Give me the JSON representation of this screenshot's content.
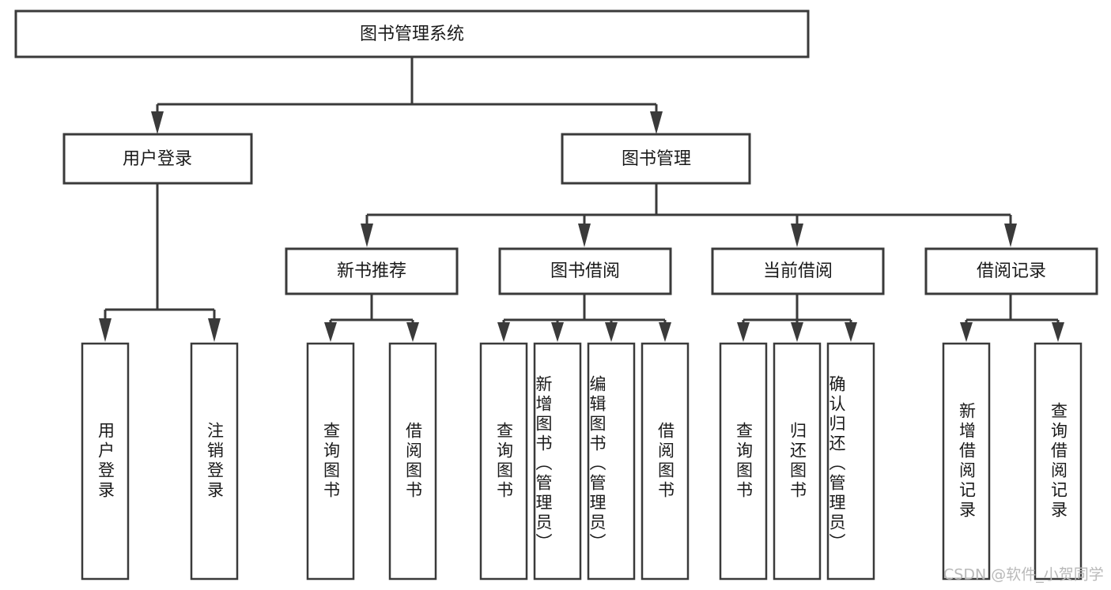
{
  "diagram": {
    "type": "hierarchy-tree",
    "title": "图书管理系统",
    "watermark": "CSDN @软件_小贺同学",
    "colors": {
      "box_stroke": "#3a3a3a",
      "box_fill": "#ffffff",
      "text": "#1a1a1a",
      "watermark": "#b9b9b9",
      "background": "#ffffff"
    },
    "levels": {
      "root": {
        "id": "root",
        "label": "图书管理系统",
        "orientation": "horizontal"
      },
      "level2": [
        {
          "id": "user-login",
          "label": "用户登录",
          "orientation": "horizontal"
        },
        {
          "id": "book-management",
          "label": "图书管理",
          "orientation": "horizontal"
        }
      ],
      "level3": [
        {
          "id": "new-book-recommend",
          "label": "新书推荐",
          "orientation": "horizontal",
          "parent": "book-management"
        },
        {
          "id": "book-borrow",
          "label": "图书借阅",
          "orientation": "horizontal",
          "parent": "book-management"
        },
        {
          "id": "current-borrow",
          "label": "当前借阅",
          "orientation": "horizontal",
          "parent": "book-management"
        },
        {
          "id": "borrow-record",
          "label": "借阅记录",
          "orientation": "horizontal",
          "parent": "book-management"
        }
      ],
      "leaves": [
        {
          "id": "leaf-user-login",
          "label": "用户登录",
          "orientation": "vertical",
          "parent": "user-login"
        },
        {
          "id": "leaf-user-logout",
          "label": "注销登录",
          "orientation": "vertical",
          "parent": "user-login"
        },
        {
          "id": "leaf-query-book-1",
          "label": "查询图书",
          "orientation": "vertical",
          "parent": "new-book-recommend"
        },
        {
          "id": "leaf-borrow-book-1",
          "label": "借阅图书",
          "orientation": "vertical",
          "parent": "new-book-recommend"
        },
        {
          "id": "leaf-query-book-2",
          "label": "查询图书",
          "orientation": "vertical",
          "parent": "book-borrow"
        },
        {
          "id": "leaf-add-book",
          "label": "新增图书（管理员）",
          "orientation": "vertical",
          "parent": "book-borrow"
        },
        {
          "id": "leaf-edit-book",
          "label": "编辑图书（管理员）",
          "orientation": "vertical",
          "parent": "book-borrow"
        },
        {
          "id": "leaf-borrow-book-2",
          "label": "借阅图书",
          "orientation": "vertical",
          "parent": "book-borrow"
        },
        {
          "id": "leaf-query-book-3",
          "label": "查询图书",
          "orientation": "vertical",
          "parent": "current-borrow"
        },
        {
          "id": "leaf-return-book",
          "label": "归还图书",
          "orientation": "vertical",
          "parent": "current-borrow"
        },
        {
          "id": "leaf-confirm-return",
          "label": "确认归还（管理员）",
          "orientation": "vertical",
          "parent": "current-borrow"
        },
        {
          "id": "leaf-add-record",
          "label": "新增借阅记录",
          "orientation": "vertical",
          "parent": "borrow-record"
        },
        {
          "id": "leaf-query-record",
          "label": "查询借阅记录",
          "orientation": "vertical",
          "parent": "borrow-record"
        }
      ]
    }
  }
}
